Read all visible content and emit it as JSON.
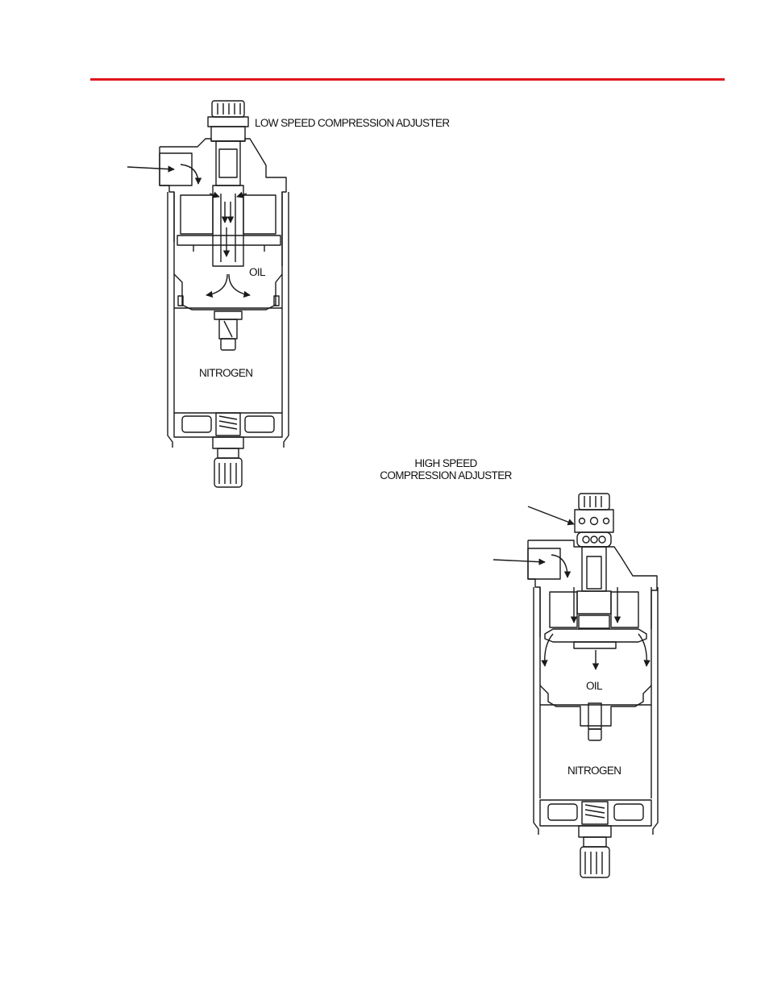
{
  "colors": {
    "rule": "#e0151d",
    "ink": "#1a1a1a"
  },
  "low_speed": {
    "title": "LOW SPEED COMPRESSION ADJUSTER",
    "oil": "OIL",
    "nitrogen": "NITROGEN"
  },
  "high_speed": {
    "title_line1": "HIGH SPEED",
    "title_line2": "COMPRESSION ADJUSTER",
    "oil": "OIL",
    "nitrogen": "NITROGEN"
  }
}
